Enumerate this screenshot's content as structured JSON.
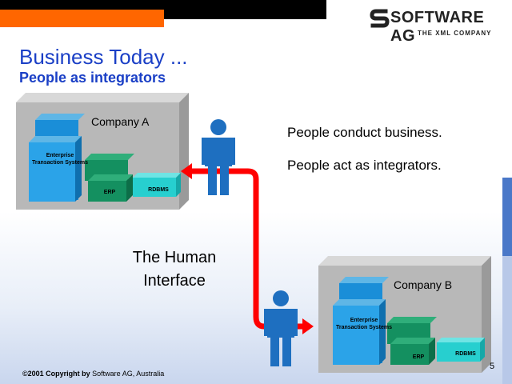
{
  "logo": {
    "brand": "SOFTWARE AG",
    "tagline": "THE XML COMPANY"
  },
  "title": "Business Today ...",
  "subtitle": "People as integrators",
  "statements": [
    "People conduct business.",
    "People act as integrators."
  ],
  "human_interface": [
    "The Human",
    "Interface"
  ],
  "company_a": {
    "name": "Company A",
    "systems": {
      "ets": "Enterprise Transaction Systems",
      "erp": "ERP",
      "rdbms": "RDBMS"
    }
  },
  "company_b": {
    "name": "Company B",
    "systems": {
      "ets": "Enterprise Transaction Systems",
      "erp": "ERP",
      "rdbms": "RDBMS"
    }
  },
  "footer": {
    "copyright": "©2001 Copyright by",
    "company": "Software AG, Australia"
  },
  "page_number": "5",
  "colors": {
    "title": "#1a3fc6",
    "orange": "#ff6600",
    "arrow": "#ff0000",
    "person": "#1e6fc0"
  }
}
